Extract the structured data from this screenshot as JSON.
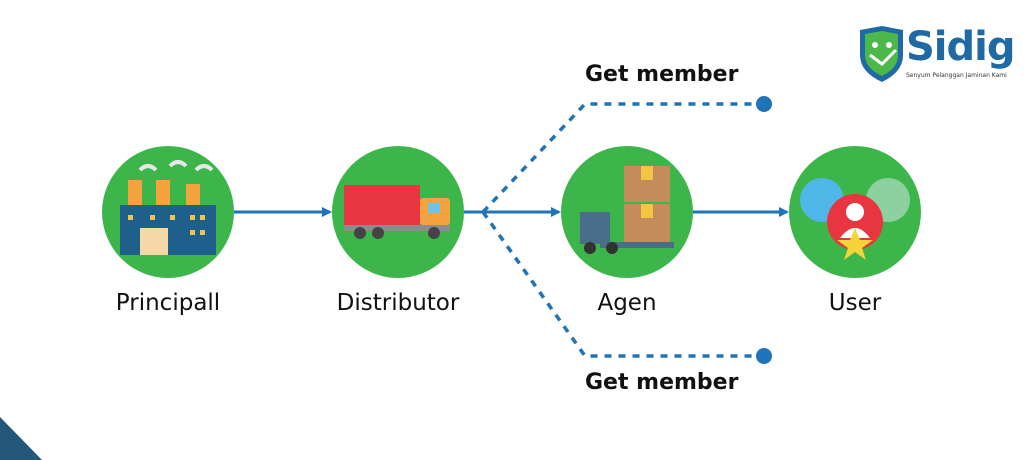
{
  "logo": {
    "name": "Sidig",
    "tagline": "Senyum Pelanggan Jaminan Kami"
  },
  "nodes": [
    {
      "label": "Principall",
      "icon": "factory-icon"
    },
    {
      "label": "Distributor",
      "icon": "truck-icon"
    },
    {
      "label": "Agen",
      "icon": "warehouse-forklift-icon"
    },
    {
      "label": "User",
      "icon": "users-star-icon"
    }
  ],
  "branches": [
    {
      "label": "Get member",
      "position": "top"
    },
    {
      "label": "Get member",
      "position": "bottom"
    }
  ],
  "colors": {
    "circle": "#3cb64a",
    "arrow": "#1f73b7",
    "corner": "#23577a"
  }
}
